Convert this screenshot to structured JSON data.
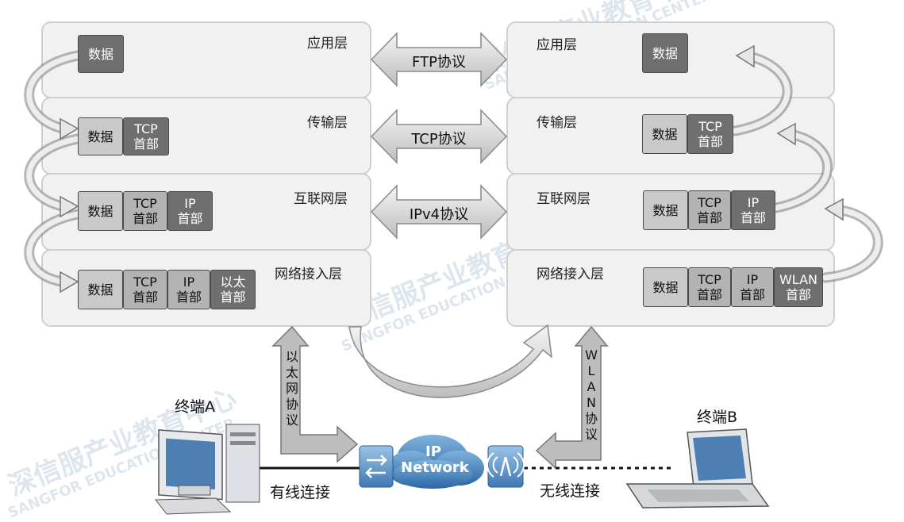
{
  "protocols": {
    "ftp": "FTP协议",
    "tcp": "TCP协议",
    "ipv4": "IPv4协议"
  },
  "left_stack": {
    "layers": [
      "应用层",
      "传输层",
      "互联网层",
      "网络接入层"
    ],
    "data": "数据",
    "tcp_header": "TCP\n首部",
    "ip_header": "IP\n首部",
    "eth_header": "以太\n首部"
  },
  "right_stack": {
    "layers": [
      "应用层",
      "传输层",
      "互联网层",
      "网络接入层"
    ],
    "data": "数据",
    "tcp_header": "TCP\n首部",
    "ip_header": "IP\n首部",
    "wlan_header": "WLAN\n首部"
  },
  "links": {
    "ethernet_protocol": "以\n太\n网\n协\n议",
    "wlan_protocol": "W\nL\nA\nN\n协\n议",
    "wired": "有线连接",
    "wireless": "无线连接"
  },
  "terminals": {
    "a": "终端A",
    "b": "终端B"
  },
  "network": {
    "line1": "IP",
    "line2": "Network"
  },
  "watermarks": [
    "深信服产业教育中心",
    "SANGFOR EDUCATION CENTER",
    "深信服产业教育中心",
    "SANGFOR EDUCATION CENTER",
    "深信服产业教育中心",
    "SANGFOR EDUCATION CENTER"
  ]
}
